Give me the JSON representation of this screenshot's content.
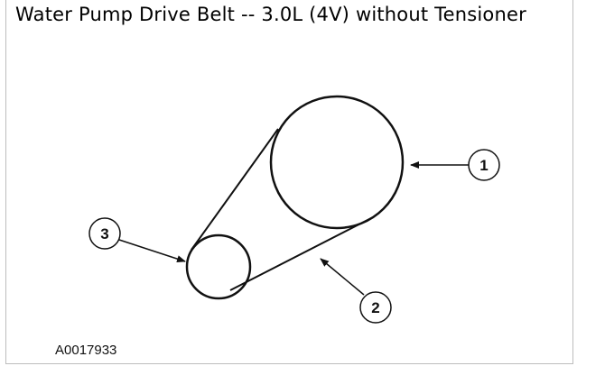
{
  "title": "Water Pump Drive Belt -- 3.0L (4V) without Tensioner",
  "figure_id": "A0017933",
  "callouts": [
    {
      "number": "1",
      "part": "pulley-large"
    },
    {
      "number": "2",
      "part": "belt"
    },
    {
      "number": "3",
      "part": "pulley-small"
    }
  ],
  "colors": {
    "ink": "#111111",
    "background": "#ffffff",
    "frame": "#bdbdbd"
  }
}
